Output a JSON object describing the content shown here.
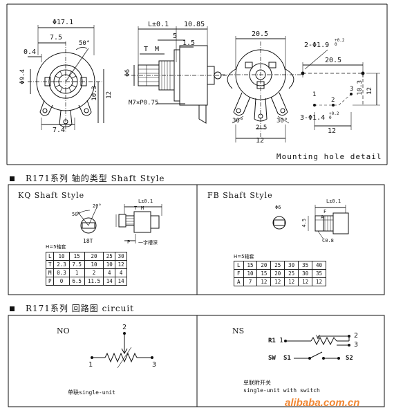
{
  "top_drawing": {
    "dims": {
      "d_17_1": "Φ17.1",
      "d_7_5": "7.5",
      "d_50deg": "50°",
      "d_0_4": "0.4",
      "d_9_4": "Φ9.4",
      "d_10_3a": "10.3",
      "d_12a": "12",
      "d_7_4": "7.4",
      "l_tol": "L±0.1",
      "d_10_85": "10.85",
      "d_5": "5",
      "d_1_5": "1.5",
      "tm_t": "T",
      "tm_m": "M",
      "d_6": "Φ6",
      "thread": "M7×P0.75",
      "d_20_5a": "20.5",
      "d_30a": "30°",
      "d_30b": "30°",
      "d_2_5": "2.5",
      "d_12b": "12",
      "holes_2": "2-Φ1.9",
      "holes_2_tol": "+0.2 0",
      "d_20_5b": "20.5",
      "d_10_3b": "10.3",
      "d_12c": "12",
      "holes_3": "3-Φ1.4",
      "holes_3_tol": "+0.2 0",
      "d_12d": "12",
      "pin1": "1",
      "pin2": "2",
      "pin3": "3",
      "mount_label": "Mounting hole detail"
    }
  },
  "sections": {
    "shaft_style_title": "R171系列   轴的类型 Shaft Style",
    "circuit_title": "R171系列   回路图 circuit"
  },
  "kq": {
    "title": "KQ   Shaft Style",
    "angle1": "20°",
    "angle2": "50°",
    "teeth": "18T",
    "l_tol": "L±0.1",
    "t": "T",
    "m": "M",
    "p": "P",
    "slot": "一字槽深",
    "h_note": "H=5轴套",
    "table": [
      [
        "L",
        "10",
        "15",
        "20",
        "25",
        "30"
      ],
      [
        "T",
        "2.3",
        "7.5",
        "10",
        "10",
        "12"
      ],
      [
        "M",
        "0.3",
        "1",
        "2",
        "4",
        "4"
      ],
      [
        "P",
        "0",
        "6.5",
        "11.5",
        "14",
        "14"
      ]
    ]
  },
  "fb": {
    "title": "FB   Shaft Style",
    "d6": "Φ6",
    "l_tol": "L±0.1",
    "f": "F",
    "a": "A",
    "c08": "C0.8",
    "d_45": "4.5",
    "h_note": "H=5轴套",
    "table": [
      [
        "L",
        "15",
        "20",
        "25",
        "30",
        "35",
        "40"
      ],
      [
        "F",
        "10",
        "15",
        "20",
        "25",
        "30",
        "35"
      ],
      [
        "A",
        "7",
        "12",
        "12",
        "12",
        "12",
        "12"
      ]
    ]
  },
  "circuit_no": {
    "title": "NO",
    "p1": "1",
    "p2": "2",
    "p3": "3",
    "caption": "单联single-unit"
  },
  "circuit_ns": {
    "title": "NS",
    "r1": "R1",
    "sw": "SW",
    "p1": "1",
    "p2": "2",
    "p3": "3",
    "s1": "S1",
    "s2": "S2",
    "caption1": "单联附开关",
    "caption2": "single-unit with switch"
  },
  "watermark": "alibaba.com.cn"
}
